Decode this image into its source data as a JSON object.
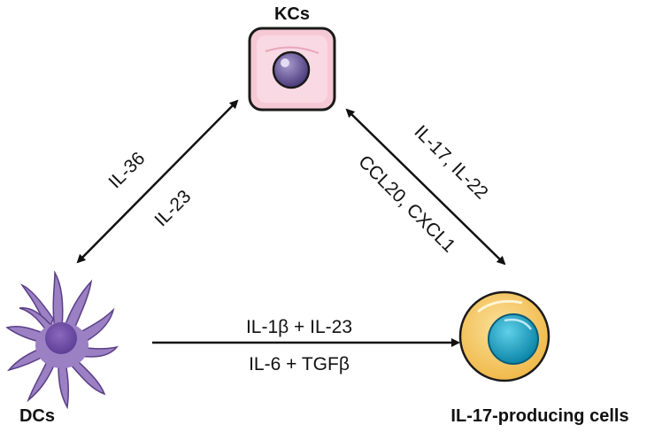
{
  "nodes": {
    "kc": {
      "label": "KCs"
    },
    "dc": {
      "label": "DCs"
    },
    "il17": {
      "label": "IL-17-producing cells"
    }
  },
  "edges": {
    "kc_dc": {
      "label_top": "IL-36",
      "label_bottom": "IL-23"
    },
    "kc_il17": {
      "label_top": "IL-17, IL-22",
      "label_bottom": "CCL20, CXCL1"
    },
    "dc_il17": {
      "label_top": "IL-1β + IL-23",
      "label_bottom": "IL-6 + TGFβ"
    }
  },
  "colors": {
    "kc_fill": "#f6c9d6",
    "kc_border": "#1a1a1a",
    "kc_nucleus": "#5b4a8c",
    "dc_fill": "#9b80c4",
    "dc_nucleus": "#6f4ea6",
    "il17_outer": "#f7cf6e",
    "il17_nucleus": "#1aa3c4",
    "arrow": "#111111"
  }
}
